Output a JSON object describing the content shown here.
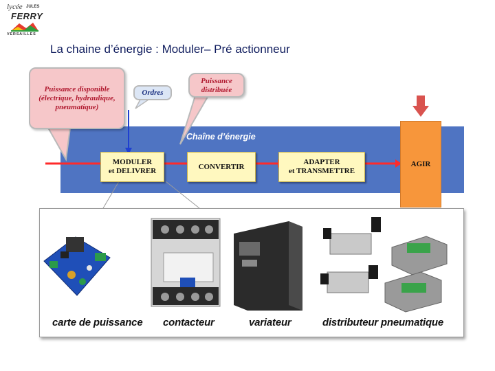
{
  "logo": {
    "script": "lycée",
    "jules": "JULES",
    "name": "FERRY",
    "city": "VERSAILLES"
  },
  "page_title": "La chaine d’énergie : Moduler– Pré actionneur",
  "chain": {
    "title": "Chaîne d’énergie",
    "boxes": [
      {
        "line1": "MODULER",
        "line2": "et DELIVRER"
      },
      {
        "line1": "CONVERTIR",
        "line2": ""
      },
      {
        "line1": "ADAPTER",
        "line2": "et TRANSMETTRE"
      }
    ],
    "act": "AGIR"
  },
  "bubbles": {
    "power_available": [
      "Puissance disponible",
      "(électrique, hydraulique,",
      "pneumatique)"
    ],
    "orders": "Ordres",
    "power_distributed": [
      "Puissance",
      "distribuée"
    ]
  },
  "captions": [
    "carte de puissance",
    "contacteur",
    "variateur",
    "distributeur pneumatique"
  ],
  "colors": {
    "band": "#4f74c2",
    "energy_arrow": "#ff2a2a",
    "box_fill": "#fff8bf",
    "act_fill": "#f7963b",
    "bubble_fill": "#f6c7c9",
    "orders_arrow": "#1f3fd0"
  }
}
